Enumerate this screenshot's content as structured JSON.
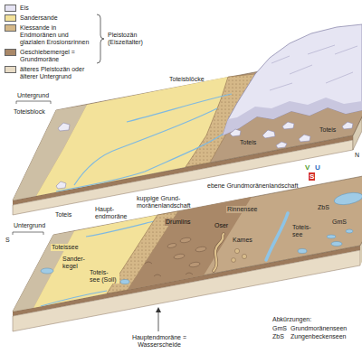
{
  "diagram": {
    "labels": [
      "Pleistozän (Eiszeitalter)",
      "Untergrund",
      "Toteisblock",
      "Toteisblöcke",
      "Toteis",
      "Toteis",
      "Toteis",
      "N",
      "S",
      "Untergrund",
      "Toteissee",
      "Haupt- endmoräne",
      "kuppige Grund- moränenlandschaft",
      "Drumlins",
      "ebene Grundmoränenlandschaft",
      "V",
      "U",
      "S",
      "Rinnensee",
      "ZbS",
      "Sander- kegel",
      "Oser",
      "Kames",
      "Toteis- see",
      "GmS",
      "Toteis- see (Soll)",
      "Hauptendmoräne = Wasserscheide",
      "Abkürzungen:",
      "GmS",
      "Grundmoränenseen",
      "ZbS",
      "Zungenbeckenseen"
    ],
    "legend": [
      {
        "text": "Eis",
        "color": "#e6e4f4"
      },
      {
        "text": "Sandersande",
        "color": "#f3e29a"
      },
      {
        "text": "Kiessande in Endmoränen und glazialen Erosionsrinnen",
        "color": "#d5b888"
      },
      {
        "text": "Geschiebemergel = Grundmoräne",
        "color": "#a98868"
      },
      {
        "text": "älteres Pleistozän oder älterer Untergrund",
        "color": "#e8dcc6"
      }
    ]
  }
}
